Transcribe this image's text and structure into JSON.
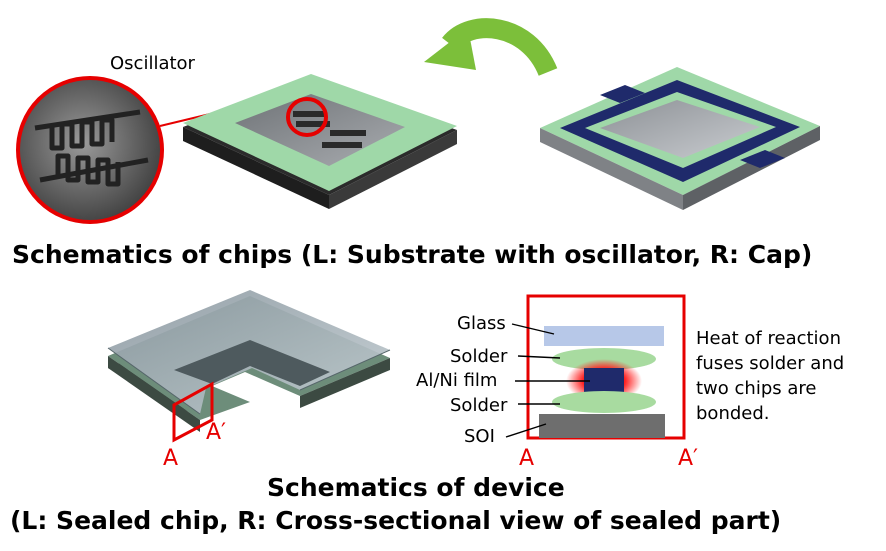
{
  "top": {
    "inset_label": "Oscillator",
    "caption": "Schematics of chips (L: Substrate with oscillator, R: Cap)"
  },
  "bottom": {
    "section_mark_a": "A",
    "section_mark_a_prime": "A′",
    "layers": {
      "glass": "Glass",
      "solder_top": "Solder",
      "alni": "Al/Ni film",
      "solder_bottom": "Solder",
      "soi": "SOI"
    },
    "note_lines": [
      "Heat of reaction",
      "fuses solder and",
      "two chips are",
      "bonded."
    ],
    "caption_line1": "Schematics of device",
    "caption_line2": "(L: Sealed chip, R: Cross-sectional view of sealed part)"
  },
  "colors": {
    "accent_red": "#e60000",
    "substrate_green": "#9fd8a8",
    "chip_gray": "#8c8f93",
    "cap_navy": "#1f2a6b",
    "arrow_green": "#7cbf3a",
    "glass_blue": "#b7c8e8",
    "soi_gray": "#6e6e6e"
  }
}
